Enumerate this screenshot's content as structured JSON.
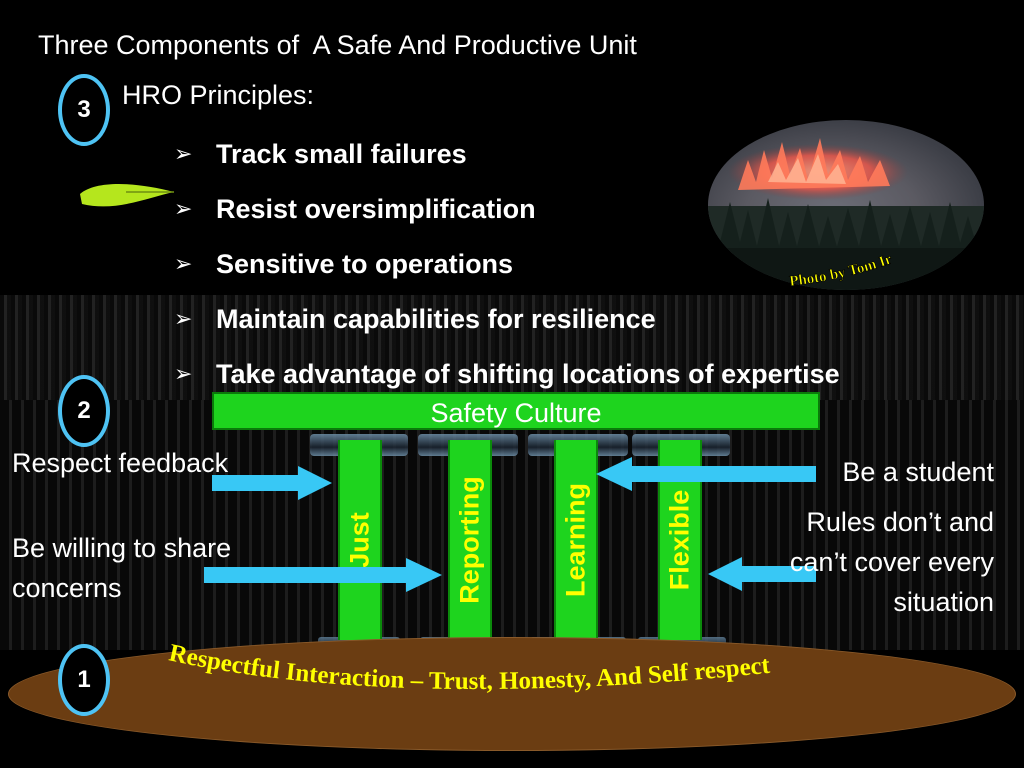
{
  "slide": {
    "title": "Three Components of  A Safe And Productive Unit",
    "hro_label": "HRO Principles:",
    "numbers": {
      "one": "1",
      "two": "2",
      "three": "3"
    },
    "principles": [
      "Track small failures",
      "Resist oversimplification",
      "Sensitive to operations",
      "Maintain capabilities for resilience",
      "Take advantage of shifting locations of expertise"
    ],
    "bullet_glyph": "➢",
    "photo_credit": "Photo by Tom Iraci",
    "safety_culture": "Safety Culture",
    "pillars": [
      "Just",
      "Reporting",
      "Learning",
      "Flexible"
    ],
    "left_notes": {
      "feedback": "Respect feedback",
      "share_line1": "Be willing to share",
      "share_line2": "concerns"
    },
    "right_notes": {
      "student": "Be a student",
      "rules_line1": "Rules don’t and",
      "rules_line2": "can’t cover every",
      "rules_line3": "situation"
    },
    "foundation": "Respectful Interaction – Trust, Honesty, And Self respect"
  },
  "colors": {
    "accent_blue": "#4ec3f4",
    "pillar_green": "#1ed41e",
    "pillar_text": "#ffff00",
    "foundation_brown": "#6b3d12"
  }
}
